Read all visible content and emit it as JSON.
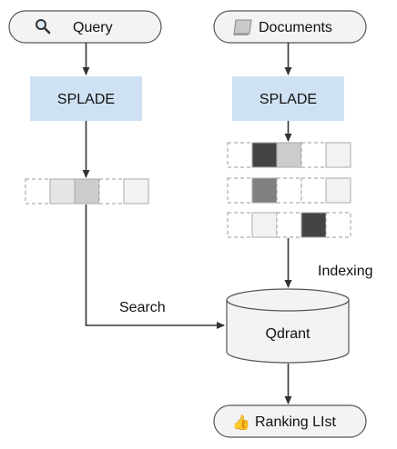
{
  "nodes": {
    "query": {
      "label": "Query",
      "icon": "magnifier-icon"
    },
    "documents": {
      "label": "Documents",
      "icon": "document-icon"
    },
    "splade_query": {
      "label": "SPLADE"
    },
    "splade_docs": {
      "label": "SPLADE"
    },
    "qdrant": {
      "label": "Qdrant"
    },
    "ranking": {
      "label": "Ranking LIst",
      "icon": "thumbs-up-icon"
    }
  },
  "edges": {
    "search": {
      "label": "Search"
    },
    "indexing": {
      "label": "Indexing"
    }
  },
  "vectors": {
    "query_vector": [
      "empty",
      "light",
      "medium",
      "empty",
      "faint"
    ],
    "document_vectors": [
      [
        "empty",
        "dark",
        "medium",
        "empty",
        "faint"
      ],
      [
        "empty",
        "darkmed",
        "empty",
        "empty",
        "faint"
      ],
      [
        "empty",
        "faint",
        "empty",
        "dark",
        "empty"
      ]
    ]
  },
  "colors": {
    "splade_fill": "#cfe2f3",
    "pill_fill": "#f3f3f3",
    "stroke": "#555555",
    "arrow": "#333333",
    "cell_shades": {
      "empty": "#ffffff",
      "faint": "#f2f2f2",
      "light": "#e6e6e6",
      "medium": "#cccccc",
      "darkmed": "#808080",
      "dark": "#444444"
    }
  }
}
